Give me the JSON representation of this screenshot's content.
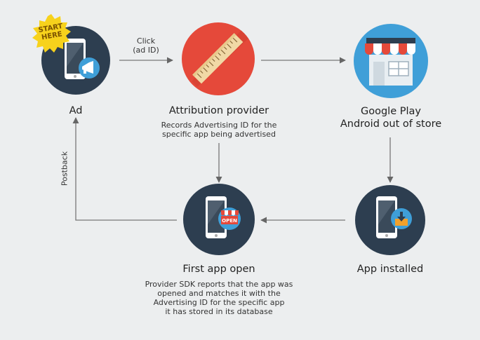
{
  "badge": {
    "line1": "START",
    "line2": "HERE"
  },
  "nodes": {
    "ad": {
      "title": "Ad"
    },
    "attribution": {
      "title": "Attribution provider",
      "desc": "Records Advertising ID for the\nspecific app being advertised"
    },
    "store": {
      "title_line1": "Google Play",
      "title_line2": "Android out of store"
    },
    "first_open": {
      "title": "First app open",
      "desc": "Provider SDK reports that the app was\nopened and matches it with the\nAdvertising ID for the specific app\nit has stored in its database",
      "sign": "OPEN"
    },
    "installed": {
      "title": "App installed"
    }
  },
  "edges": {
    "click": {
      "line1": "Click",
      "line2": "(ad ID)"
    },
    "postback": {
      "label": "Postback"
    }
  },
  "colors": {
    "navy": "#2d3e50",
    "red": "#e5493a",
    "sky": "#3f9fd8",
    "arrow": "#666666",
    "yellow": "#f7d21c"
  }
}
